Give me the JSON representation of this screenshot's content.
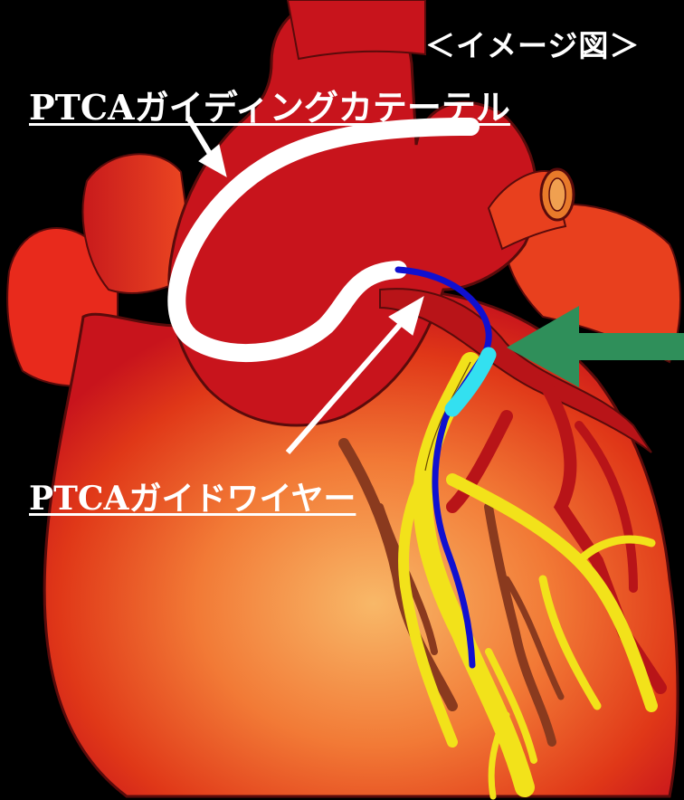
{
  "labels": {
    "title": "＜イメージ図＞",
    "catheter": "PTCAガイディングカテーテル",
    "guidewire": "PTCAガイドワイヤー"
  },
  "colors": {
    "background": "#000000",
    "heart_dark": "#c8141c",
    "heart_light": "#f7a25a",
    "aorta": "#c8141c",
    "outline": "#5a0b0b",
    "coronary_artery": "#f2e21a",
    "vein": "#8a3a1e",
    "catheter": "#ffffff",
    "guidewire": "#1010d0",
    "balloon": "#33e0f0",
    "pointer_arrow": "#2f8f5a",
    "label_arrow": "#ffffff"
  }
}
